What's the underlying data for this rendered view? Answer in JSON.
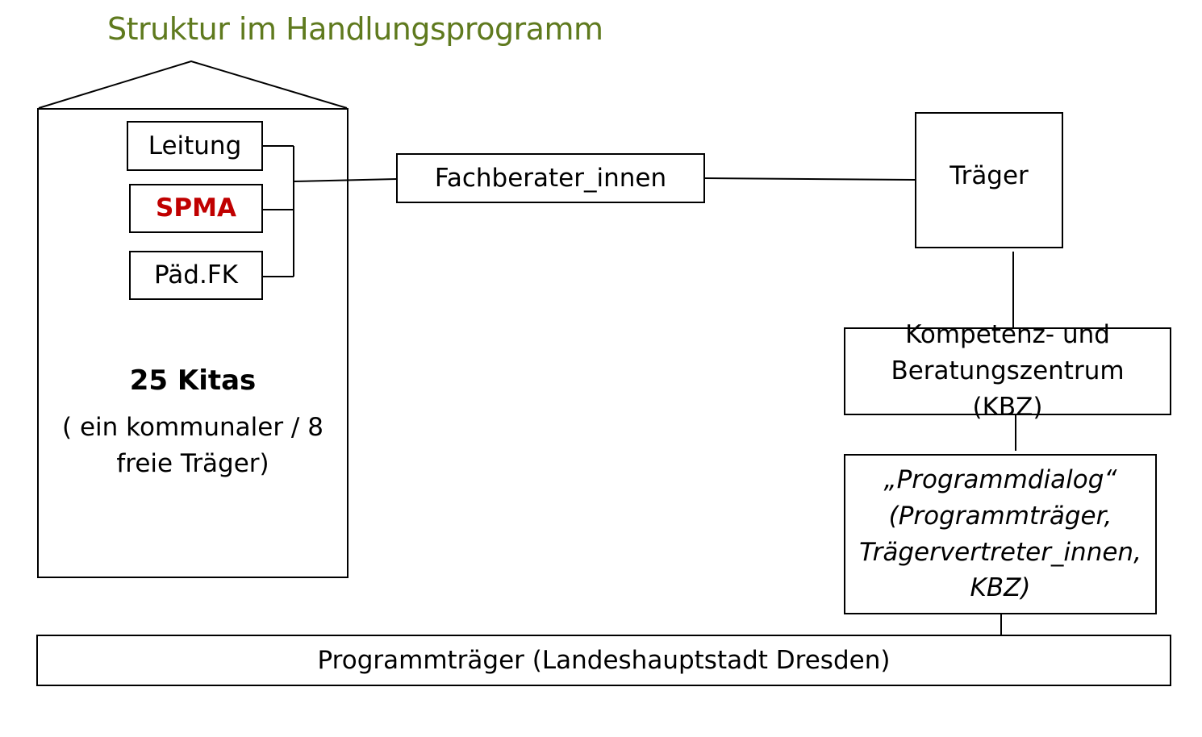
{
  "title": "Struktur im Handlungsprogramm",
  "kita": {
    "roles": [
      "Leitung",
      "SPMA",
      "Päd.FK"
    ],
    "heading": "25 Kitas",
    "subtitle": "( ein kommunaler / 8 freie Träger)"
  },
  "nodes": {
    "fachberater": "Fachberater_innen",
    "traeger": "Träger",
    "kbz": "Kompetenz- und Beratungszentrum (KBZ)",
    "programmdialog": "„Programmdialog“ (Programmträger, Trägervertreter_innen, KBZ)",
    "programmtraeger": "Programmträger (Landeshauptstadt Dresden)"
  },
  "colors": {
    "title": "#5f7a1e",
    "spma": "#c00000"
  }
}
